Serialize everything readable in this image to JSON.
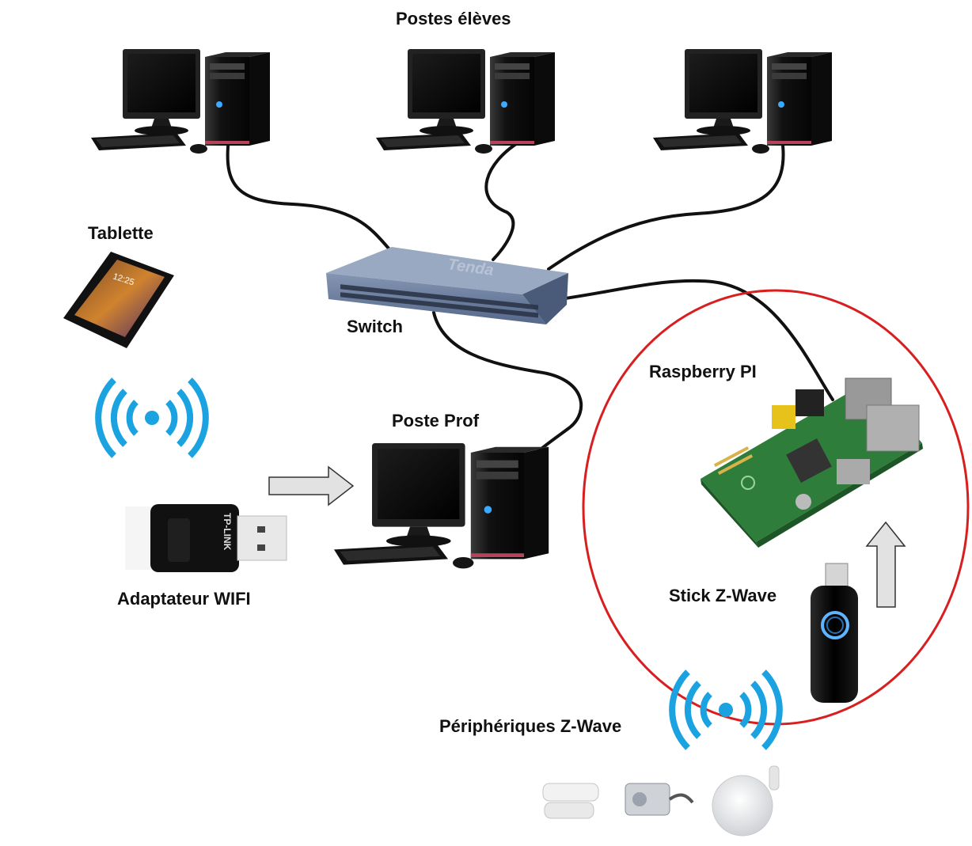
{
  "labels": {
    "students": "Postes élèves",
    "tablet": "Tablette",
    "switch": "Switch",
    "teacher": "Poste Prof",
    "wifi_adapter": "Adaptateur WIFI",
    "raspberry": "Raspberry PI",
    "zwave_stick": "Stick Z-Wave",
    "zwave_devices": "Périphériques Z-Wave"
  },
  "device_text": {
    "switch_brand": "Tenda",
    "adapter_brand": "TP-LINK",
    "tablet_clock": "12:25"
  },
  "colors": {
    "highlight_ellipse": "#d81e1e",
    "cable": "#111111",
    "wifi_waves": "#1aa3e0",
    "arrow_fill": "#e2e2e2",
    "switch_body": "#6c7f9c",
    "pcb_green": "#2f7d3a"
  }
}
